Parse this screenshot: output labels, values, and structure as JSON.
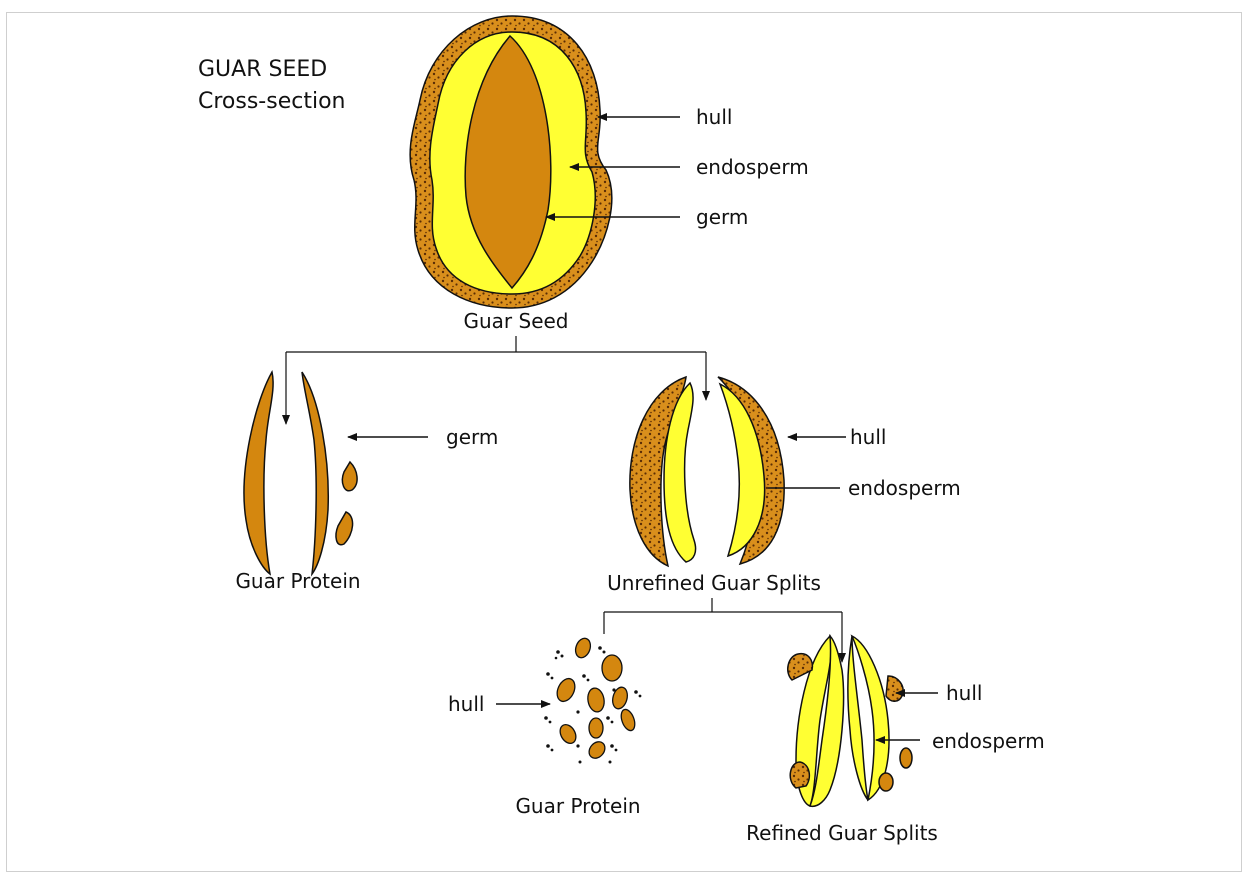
{
  "title": {
    "line1": "GUAR SEED",
    "line2": "Cross-section"
  },
  "seed_labels": {
    "hull": "hull",
    "endosperm": "endosperm",
    "germ": "germ",
    "caption": "Guar Seed"
  },
  "left_branch": {
    "germ": "germ",
    "caption": "Guar Protein"
  },
  "middle_branch": {
    "hull": "hull",
    "endosperm": "endosperm",
    "caption": "Unrefined Guar Splits"
  },
  "protein_branch": {
    "hull": "hull",
    "caption": "Guar Protein"
  },
  "refined_branch": {
    "hull": "hull",
    "endosperm": "endosperm",
    "caption": "Refined Guar Splits"
  },
  "colors": {
    "hull": "#d98f1c",
    "endosperm": "#ffff33",
    "germ": "#d4870f",
    "dots": "#5a2d05",
    "line": "#111111"
  }
}
